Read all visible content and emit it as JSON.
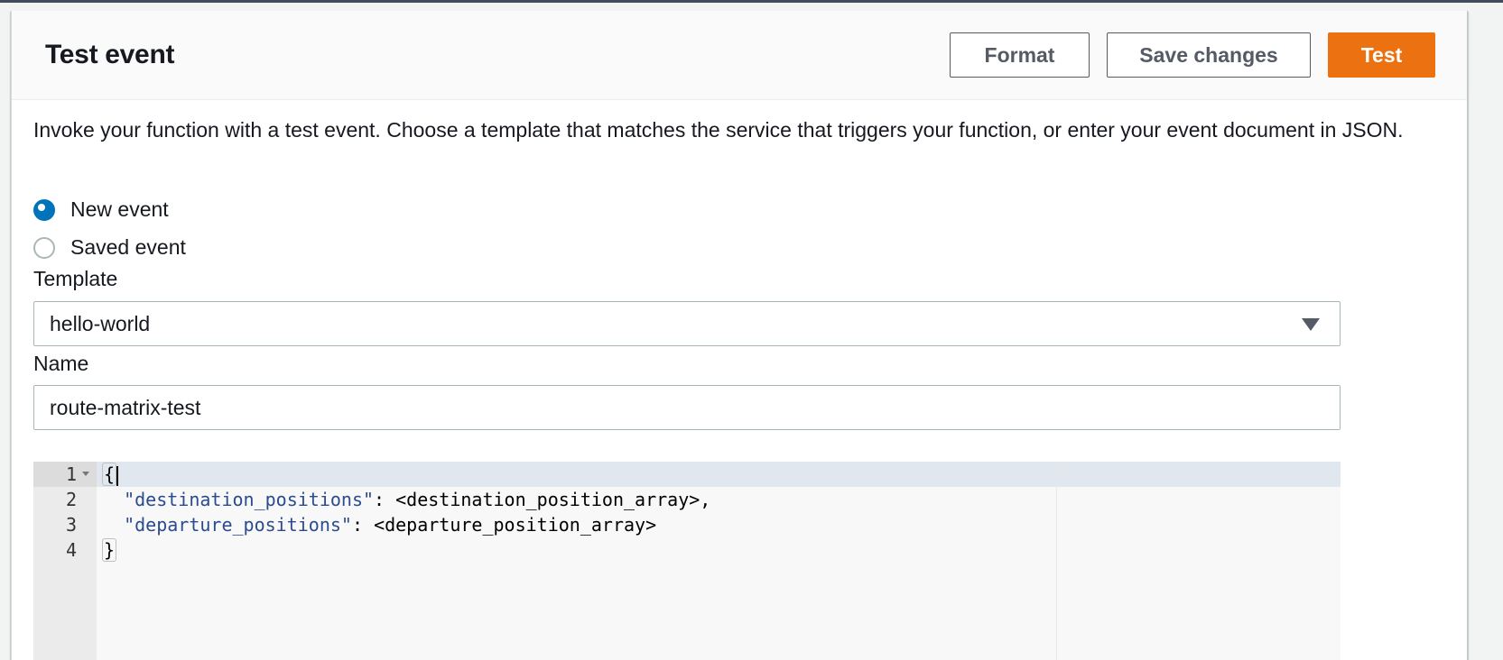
{
  "panel": {
    "title": "Test event",
    "actions": {
      "format": "Format",
      "save": "Save changes",
      "test": "Test"
    }
  },
  "description": "Invoke your function with a test event. Choose a template that matches the service that triggers your function, or enter your event document in JSON.",
  "event_mode": {
    "options": [
      {
        "label": "New event",
        "checked": true
      },
      {
        "label": "Saved event",
        "checked": false
      }
    ]
  },
  "template": {
    "label": "Template",
    "value": "hello-world"
  },
  "name": {
    "label": "Name",
    "value": "route-matrix-test"
  },
  "editor": {
    "line_numbers": [
      "1",
      "2",
      "3",
      "4"
    ],
    "lines": [
      {
        "open": "{"
      },
      {
        "indent": "  ",
        "key": "\"destination_positions\"",
        "sep": ": ",
        "value": "<destination_position_array>,"
      },
      {
        "indent": "  ",
        "key": "\"departure_positions\"",
        "sep": ": ",
        "value": "<departure_position_array>"
      },
      {
        "close": "}"
      }
    ]
  },
  "colors": {
    "primary_button": "#ec7211",
    "radio_selected": "#0073bb",
    "json_key": "#2a4b8d",
    "active_line": "#e1e7ef"
  }
}
